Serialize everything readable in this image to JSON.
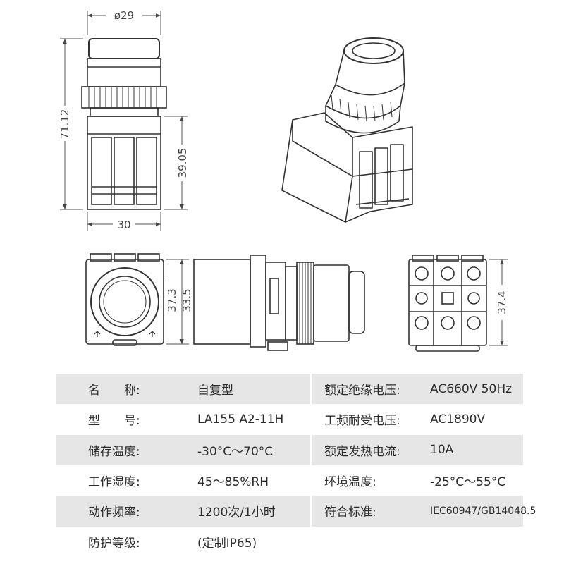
{
  "dimensions": {
    "diameter": "ø29",
    "height_total": "71.12",
    "height_body": "39.05",
    "width": "30",
    "height_left_a": "37.3",
    "height_left_b": "33.5",
    "height_right": "37.4"
  },
  "specs": [
    {
      "label_l": "名　　称:",
      "value_l": "自复型",
      "label_r": "额定绝缘电压:",
      "value_r": "AC660V 50Hz"
    },
    {
      "label_l": "型　　号:",
      "value_l": "LA155 A2-11H",
      "label_r": "工频耐受电压:",
      "value_r": "AC1890V"
    },
    {
      "label_l": "储存温度:",
      "value_l": "-30°C～70°C",
      "label_r": "额定发热电流:",
      "value_r": "10A"
    },
    {
      "label_l": "工作湿度:",
      "value_l": "45～85%RH",
      "label_r": "环境温度:",
      "value_r": "-25°C～55°C"
    },
    {
      "label_l": "动作频率:",
      "value_l": "1200次/1小时",
      "label_r": "符合标准:",
      "value_r": "IEC60947/GB14048.5"
    },
    {
      "label_l": "防护等级:",
      "value_l": "(定制IP65)",
      "label_r": "",
      "value_r": ""
    }
  ]
}
